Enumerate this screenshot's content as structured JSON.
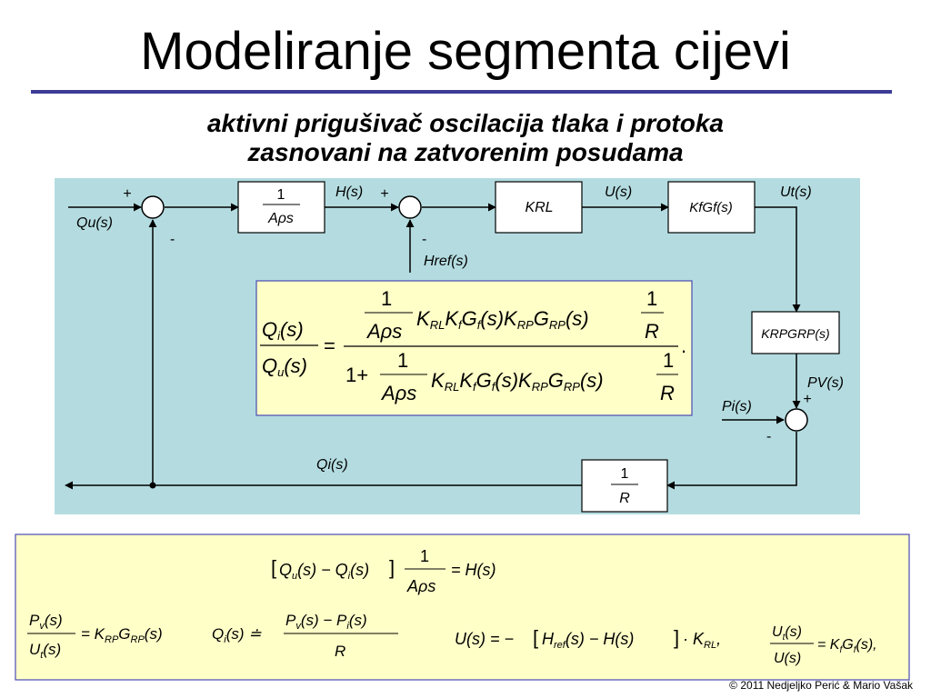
{
  "slide": {
    "title": "Modeliranje segmenta cijevi",
    "subtitle_line1": "aktivni prigušivač oscilacija tlaka i protoka",
    "subtitle_line2": "zasnovani na zatvorenim posudama",
    "footer": "© 2011 Nedjeljko Perić & Mario Vašak"
  },
  "colors": {
    "title_rule": "#3c3c96",
    "diagram_background": "#b4dce0",
    "formula_box": "#ffffc8",
    "block_fill": "#ffffff"
  },
  "diagram": {
    "sum1": {
      "plus": "+",
      "minus": "-"
    },
    "sum2": {
      "plus": "+",
      "minus": "-"
    },
    "sum3": {
      "plus": "+",
      "minus": "-"
    },
    "input_label": "Qu(s)",
    "block1": {
      "num": "1",
      "den": "Aρs"
    },
    "h_label": "H(s)",
    "href_label": "Href(s)",
    "block_krl": "KRL",
    "u_label": "U(s)",
    "block_kf": "KfGf(s)",
    "ut_label": "Ut(s)",
    "block_krp": "KRPGRP(s)",
    "pv_label": "PV(s)",
    "pi_label": "Pi(s)",
    "qi_label": "Qi(s)",
    "block_r": {
      "num": "1",
      "den": "R"
    }
  },
  "formulas": {
    "transfer": "Qi(s)/Qu(s) = [(1/(Aρs)) KRL Kf Gf(s) KRP GRP(s) (1/R)] / [1 + (1/(Aρs)) KRL Kf Gf(s) KRP GRP(s) (1/R)].",
    "eq1": "[Qu(s) − Qi(s)] · 1/(Aρs) = H(s)",
    "eq2": "Pv(s)/Ut(s) = KRP GRP(s)",
    "eq3": "Qi(s) ≐ (Pv(s) − Pi(s))/R",
    "eq4": "U(s) = −[Href(s) − H(s)] · KRL,",
    "eq5": "Ut(s)/U(s) = Kf Gf(s),"
  }
}
